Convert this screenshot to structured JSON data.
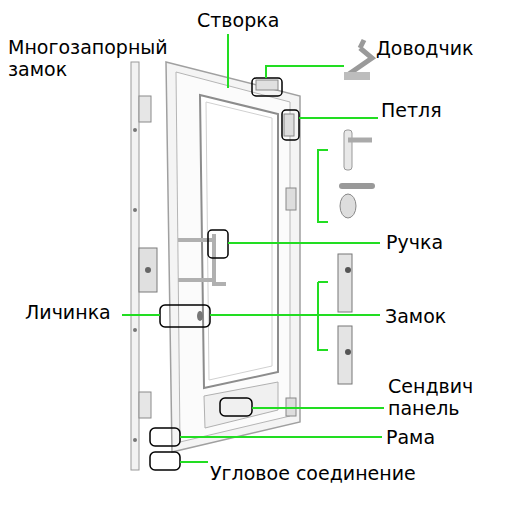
{
  "diagram": {
    "labels": [
      "Створка",
      "Многозапорный замок",
      "Доводчик",
      "Петля",
      "Ручка",
      "Личинка",
      "Замок",
      "Сендвич панель",
      "Рама",
      "Угловое соединение"
    ]
  }
}
